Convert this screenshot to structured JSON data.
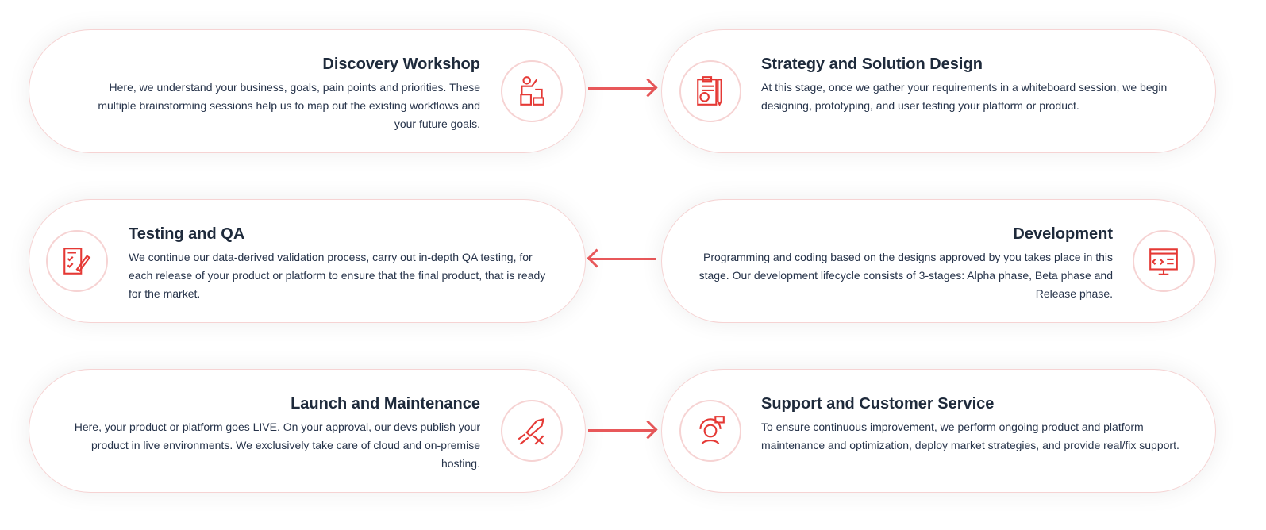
{
  "steps": [
    {
      "title": "Discovery Workshop",
      "text": "Here, we understand your business, goals, pain points and priorities. These multiple brainstorming sessions help us to map out the existing workflows and your future goals.",
      "icon": "workshop-icon"
    },
    {
      "title": "Strategy and Solution Design",
      "text": "At this stage, once we gather your requirements in a whiteboard session, we begin designing, prototyping, and user testing your platform or product.",
      "icon": "clipboard-strategy-icon"
    },
    {
      "title": "Testing and QA",
      "text": "We continue our data-derived validation process, carry out in-depth QA testing, for each release of your product or platform to ensure that the final product, that is ready for the market.",
      "icon": "checklist-icon"
    },
    {
      "title": "Development",
      "text": "Programming and coding based on the designs approved by you takes place in this stage. Our development lifecycle consists of 3-stages: Alpha phase, Beta phase and Release phase.",
      "icon": "code-monitor-icon"
    },
    {
      "title": "Launch and Maintenance",
      "text": "Here, your product or platform goes LIVE. On your approval, our devs publish your product in live environments. We exclusively take care of cloud and on-premise hosting.",
      "icon": "rocket-tools-icon"
    },
    {
      "title": "Support and Customer Service",
      "text": "To ensure continuous improvement, we perform ongoing product and platform maintenance and optimization, deploy market strategies, and provide real/fix support.",
      "icon": "support-agent-icon"
    }
  ],
  "colors": {
    "accent": "#e8585a",
    "text": "#1e2a3b"
  }
}
